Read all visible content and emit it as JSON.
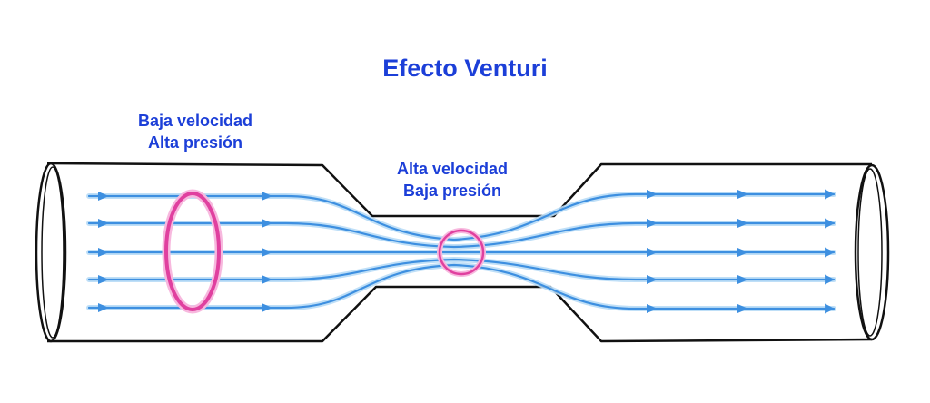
{
  "title": "Efecto Venturi",
  "regions": {
    "wide_section": {
      "line1": "Baja velocidad",
      "line2": "Alta presión"
    },
    "narrow_section": {
      "line1": "Alta velocidad",
      "line2": "Baja presión"
    }
  },
  "colors": {
    "text": "#1c3fd8",
    "pipe_outline": "#111111",
    "streamline": "#3d8fe0",
    "streamline_glow": "#b9dcf7",
    "highlight": "#e0409f",
    "highlight_glow": "#f7b8de"
  },
  "streamline_count": 5
}
